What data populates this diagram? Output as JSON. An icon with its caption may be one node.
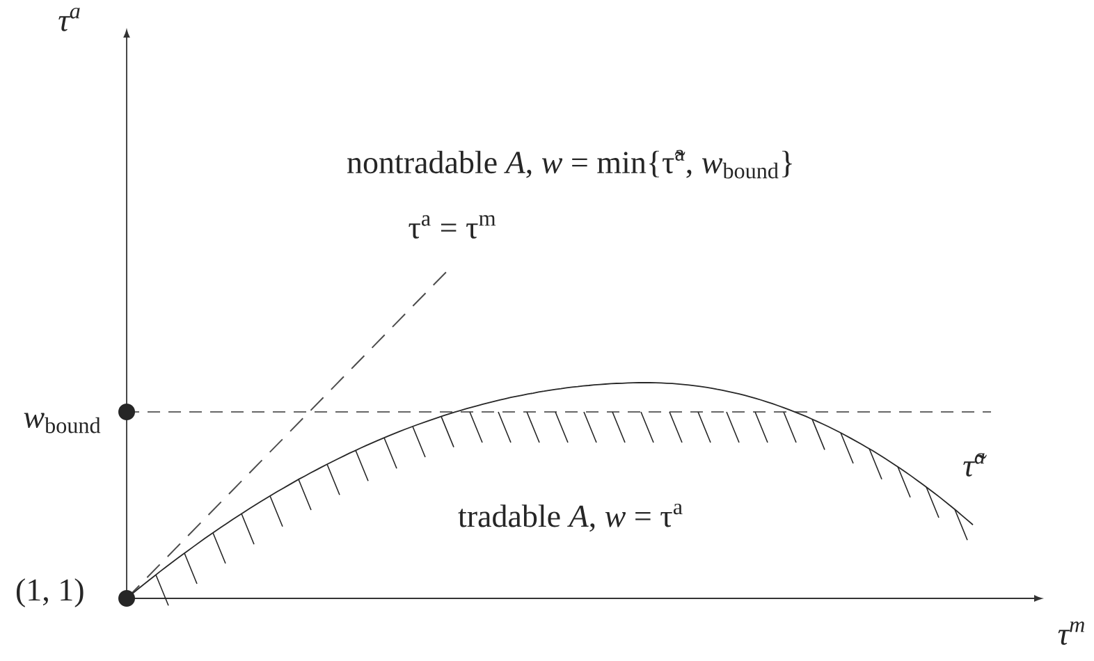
{
  "diagram": {
    "labels": [
      "τ$^{a}$",
      "nontradable *A*,  *w* = min{τ̃$^{a}$, *w*$_{bound}$}",
      "τ$^{a}$ = τ$^{m}$",
      "*w*$_{bound}$",
      "τ̃$^{a}$",
      "tradable *A*,  *w* = τ$^{a}$",
      "(1, 1)",
      "τ$^{m}$"
    ]
  }
}
